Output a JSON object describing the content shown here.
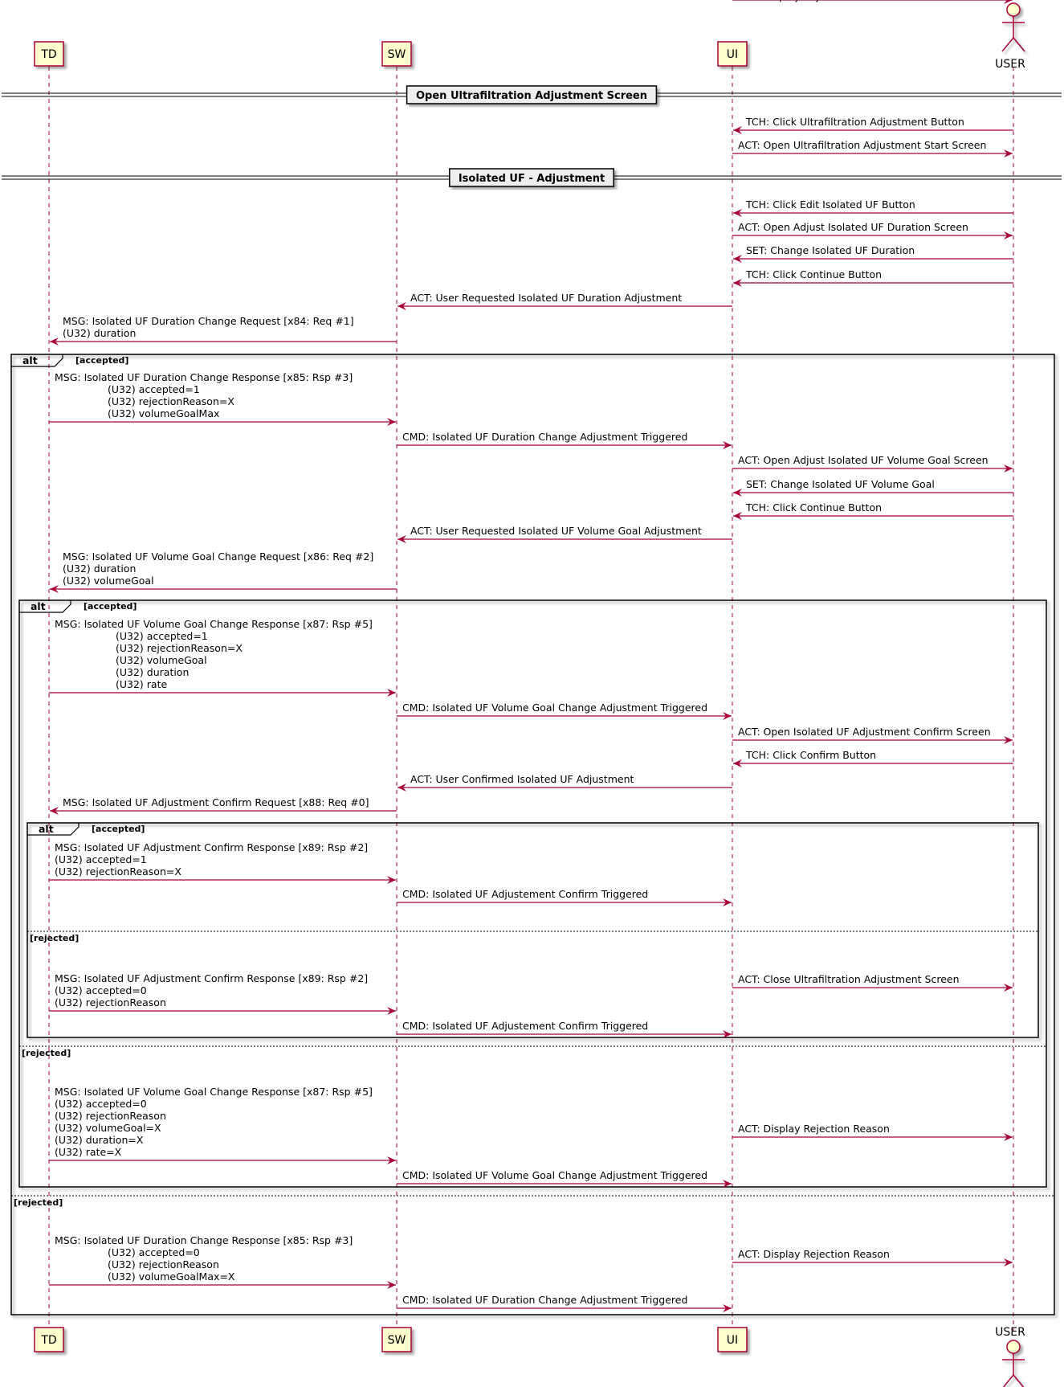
{
  "participants": [
    {
      "id": "TD",
      "label": "TD",
      "kind": "box"
    },
    {
      "id": "SW",
      "label": "SW",
      "kind": "box"
    },
    {
      "id": "UI",
      "label": "UI",
      "kind": "box"
    },
    {
      "id": "USER",
      "label": "USER",
      "kind": "actor"
    }
  ],
  "dividers": [
    {
      "text": "Open Ultrafiltration Adjustment Screen"
    },
    {
      "text": "Isolated UF - Adjustment"
    }
  ],
  "messages": [
    {
      "from": "USER",
      "to": "UI",
      "lines": [
        "TCH: Click Ultrafiltration Adjustment Button"
      ]
    },
    {
      "from": "UI",
      "to": "USER",
      "lines": [
        "ACT: Open Ultrafiltration Adjustment Start Screen"
      ]
    },
    {
      "from": "USER",
      "to": "UI",
      "lines": [
        "TCH: Click Edit Isolated UF Button"
      ]
    },
    {
      "from": "UI",
      "to": "USER",
      "lines": [
        "ACT: Open Adjust Isolated UF Duration Screen"
      ]
    },
    {
      "from": "USER",
      "to": "UI",
      "lines": [
        "SET: Change Isolated UF Duration"
      ]
    },
    {
      "from": "USER",
      "to": "UI",
      "lines": [
        "TCH: Click Continue Button"
      ]
    },
    {
      "from": "UI",
      "to": "SW",
      "lines": [
        "ACT: User Requested Isolated UF Duration Adjustment"
      ]
    },
    {
      "from": "SW",
      "to": "TD",
      "lines": [
        "MSG: Isolated UF Duration Change Request [x84: Req #1]",
        "(U32) duration"
      ]
    },
    {
      "from": "TD",
      "to": "SW",
      "lines": [
        "MSG: Isolated UF Duration Change Response [x85: Rsp #3]",
        "(U32) accepted=1",
        "(U32) rejectionReason=X",
        "(U32) volumeGoalMax"
      ]
    },
    {
      "from": "SW",
      "to": "UI",
      "lines": [
        "CMD: Isolated UF Duration Change Adjustment Triggered"
      ]
    },
    {
      "from": "UI",
      "to": "USER",
      "lines": [
        "ACT: Open Adjust Isolated UF Volume Goal Screen"
      ]
    },
    {
      "from": "USER",
      "to": "UI",
      "lines": [
        "SET: Change Isolated UF Volume Goal"
      ]
    },
    {
      "from": "USER",
      "to": "UI",
      "lines": [
        "TCH: Click Continue Button"
      ]
    },
    {
      "from": "UI",
      "to": "SW",
      "lines": [
        "ACT: User Requested Isolated UF Volume Goal Adjustment"
      ]
    },
    {
      "from": "SW",
      "to": "TD",
      "lines": [
        "MSG: Isolated UF Volume Goal Change Request [x86: Req #2]",
        "(U32) duration",
        "(U32) volumeGoal"
      ]
    },
    {
      "from": "TD",
      "to": "SW",
      "lines": [
        "MSG: Isolated UF Volume Goal Change Response [x87: Rsp #5]",
        "(U32) accepted=1",
        "(U32) rejectionReason=X",
        "(U32) volumeGoal",
        "(U32) duration",
        "(U32) rate"
      ]
    },
    {
      "from": "SW",
      "to": "UI",
      "lines": [
        "CMD: Isolated UF Volume Goal Change Adjustment Triggered"
      ]
    },
    {
      "from": "UI",
      "to": "USER",
      "lines": [
        "ACT: Open Isolated UF Adjustment Confirm Screen"
      ]
    },
    {
      "from": "USER",
      "to": "UI",
      "lines": [
        "TCH: Click Confirm Button"
      ]
    },
    {
      "from": "UI",
      "to": "SW",
      "lines": [
        "ACT: User Confirmed Isolated UF Adjustment"
      ]
    },
    {
      "from": "SW",
      "to": "TD",
      "lines": [
        "MSG: Isolated UF Adjustment Confirm Request [x88: Req #0]"
      ]
    },
    {
      "from": "TD",
      "to": "SW",
      "lines": [
        "MSG: Isolated UF Adjustment Confirm Response [x89: Rsp #2]",
        "(U32) accepted=1",
        "(U32) rejectionReason=X"
      ]
    },
    {
      "from": "SW",
      "to": "UI",
      "lines": [
        "CMD: Isolated UF Adjustement Confirm Triggered"
      ]
    },
    {
      "from": "UI",
      "to": "USER",
      "lines": [
        "ACT: Close Ultrafiltration Adjustment Screen"
      ]
    },
    {
      "from": "TD",
      "to": "SW",
      "lines": [
        "MSG: Isolated UF Adjustment Confirm Response [x89: Rsp #2]",
        "(U32) accepted=0",
        "(U32) rejectionReason"
      ]
    },
    {
      "from": "SW",
      "to": "UI",
      "lines": [
        "CMD: Isolated UF Adjustement Confirm Triggered"
      ]
    },
    {
      "from": "UI",
      "to": "USER",
      "lines": [
        "ACT: Display Rejection Reason"
      ]
    },
    {
      "from": "TD",
      "to": "SW",
      "lines": [
        "MSG: Isolated UF Volume Goal Change Response [x87: Rsp #5]",
        "(U32) accepted=0",
        "(U32) rejectionReason",
        "(U32) volumeGoal=X",
        "(U32) duration=X",
        "(U32) rate=X"
      ]
    },
    {
      "from": "SW",
      "to": "UI",
      "lines": [
        "CMD: Isolated UF Volume Goal Change Adjustment Triggered"
      ]
    },
    {
      "from": "UI",
      "to": "USER",
      "lines": [
        "ACT: Display Rejection Reason"
      ]
    },
    {
      "from": "TD",
      "to": "SW",
      "lines": [
        "MSG: Isolated UF Duration Change Response [x85: Rsp #3]",
        "(U32) accepted=0",
        "(U32) rejectionReason",
        "(U32) volumeGoalMax=X"
      ]
    },
    {
      "from": "SW",
      "to": "UI",
      "lines": [
        "CMD: Isolated UF Duration Change Adjustment Triggered"
      ]
    },
    {
      "from": "UI",
      "to": "USER",
      "lines": [
        "ACT: Display Rejection Reason"
      ]
    }
  ],
  "fragments": [
    {
      "label": "alt",
      "condition": "[accepted]",
      "else_condition": "[rejected]"
    },
    {
      "label": "alt",
      "condition": "[accepted]",
      "else_condition": "[rejected]"
    },
    {
      "label": "alt",
      "condition": "[accepted]",
      "else_condition": "[rejected]"
    }
  ],
  "colors": {
    "arrow": "#a80036",
    "participant_fill": "#fefece",
    "participant_border": "#a80036",
    "frame": "#000000",
    "divider_fill": "#eeeeee"
  }
}
